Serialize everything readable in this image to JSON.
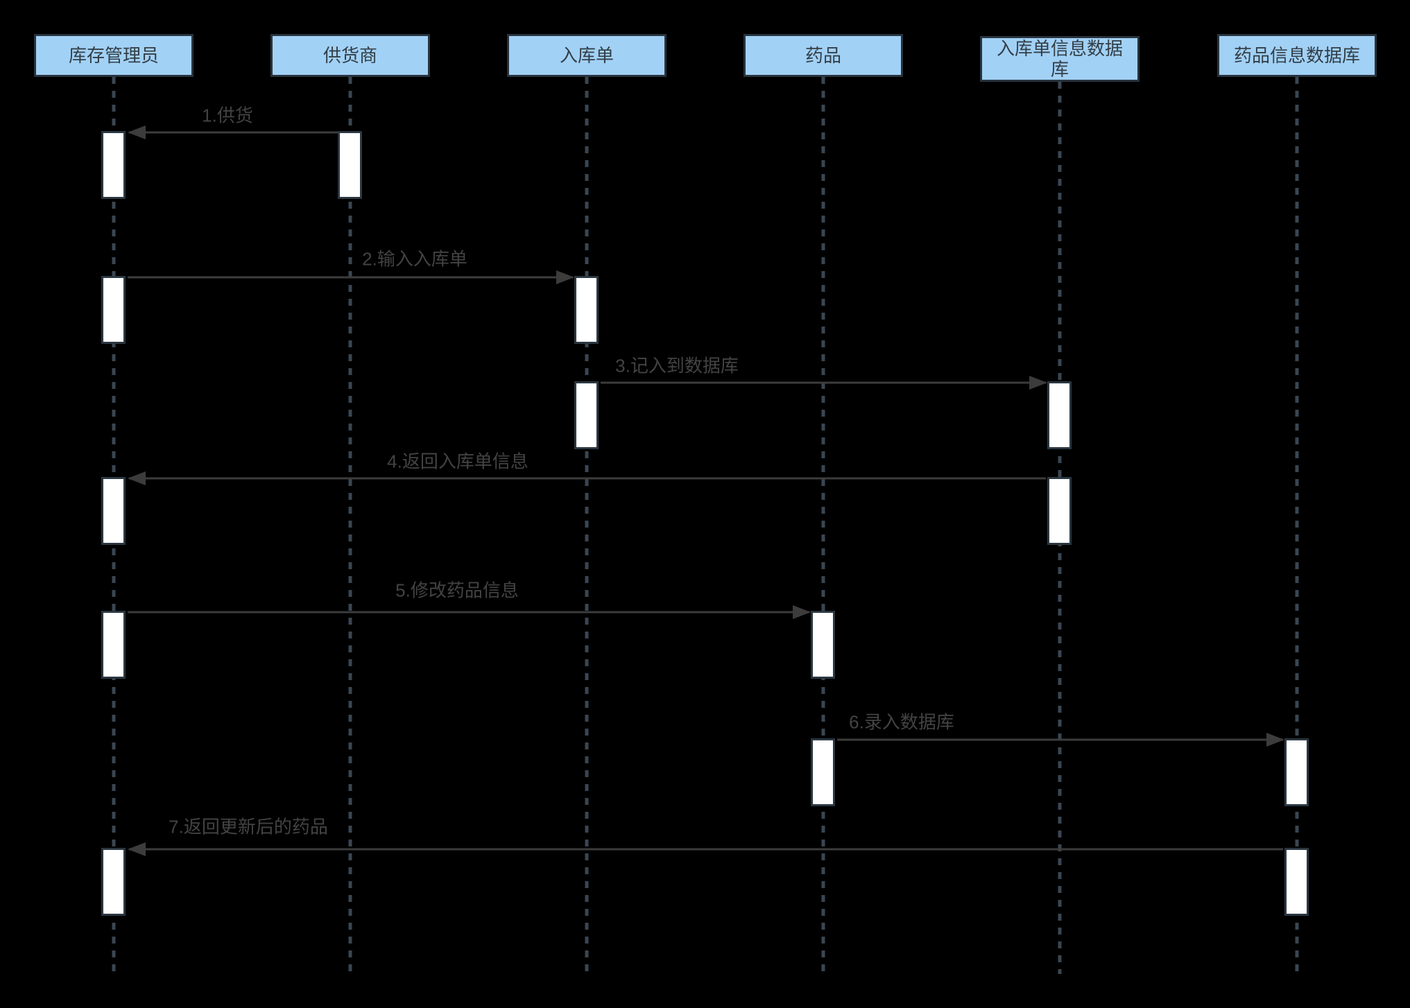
{
  "diagram": {
    "type": "uml-sequence-diagram",
    "background": "#000000",
    "colors": {
      "actor_box_fill": "#A2D1F6",
      "actor_box_border": "#28333D",
      "actor_box_text": "#333E47",
      "activation_fill": "#FFFFFF",
      "activation_border": "#2B3741",
      "lifeline": "#3A4651",
      "arrow": "#3C3C3C",
      "message_text": "#434343"
    },
    "lifelines": [
      {
        "id": "inventory-manager",
        "label": "库存管理员"
      },
      {
        "id": "supplier",
        "label": "供货商"
      },
      {
        "id": "inbound-order",
        "label": "入库单"
      },
      {
        "id": "drug",
        "label": "药品"
      },
      {
        "id": "inbound-order-info-db",
        "label": "入库单信息数据库"
      },
      {
        "id": "drug-info-db",
        "label": "药品信息数据库"
      }
    ],
    "messages": [
      {
        "seq": 1,
        "label": "1.供货",
        "from": "供货商",
        "to": "库存管理员",
        "direction": "left"
      },
      {
        "seq": 2,
        "label": "2.输入入库单",
        "from": "库存管理员",
        "to": "入库单",
        "direction": "right"
      },
      {
        "seq": 3,
        "label": "3.记入到数据库",
        "from": "入库单",
        "to": "入库单信息数据库",
        "direction": "right"
      },
      {
        "seq": 4,
        "label": "4.返回入库单信息",
        "from": "入库单信息数据库",
        "to": "库存管理员",
        "direction": "left"
      },
      {
        "seq": 5,
        "label": "5.修改药品信息",
        "from": "库存管理员",
        "to": "药品",
        "direction": "right"
      },
      {
        "seq": 6,
        "label": "6.录入数据库",
        "from": "药品",
        "to": "药品信息数据库",
        "direction": "right"
      },
      {
        "seq": 7,
        "label": "7.返回更新后的药品",
        "from": "药品信息数据库",
        "to": "库存管理员",
        "direction": "left"
      }
    ]
  }
}
